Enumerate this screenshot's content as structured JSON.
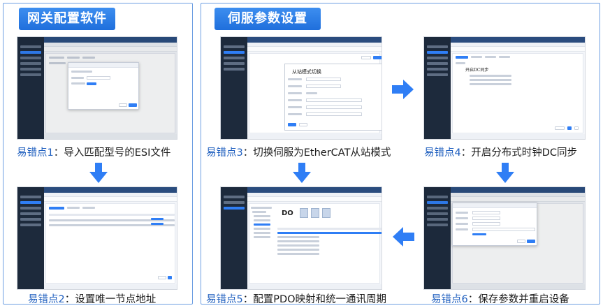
{
  "panels": {
    "left": {
      "title": "网关配置软件"
    },
    "right": {
      "title": "伺服参数设置"
    }
  },
  "steps": [
    {
      "prefix": "易错点1",
      "sep": "：",
      "text": "导入匹配型号的ESI文件"
    },
    {
      "prefix": "易错点2",
      "sep": "：",
      "text": "设置唯一节点地址"
    },
    {
      "prefix": "易错点3",
      "sep": "：",
      "text": "切换伺服为EtherCAT从站模式"
    },
    {
      "prefix": "易错点4",
      "sep": "：",
      "text": "开启分布式时钟DC同步"
    },
    {
      "prefix": "易错点5",
      "sep": "：",
      "text": "配置PDO映射和统一通讯周期"
    },
    {
      "prefix": "易错点6",
      "sep": "：",
      "text": "保存参数并重启设备"
    }
  ],
  "screen3": {
    "handwriting": "从站模式切换"
  },
  "screen4": {
    "handwriting": "开启DC同步"
  },
  "screen5": {
    "big_label": "DO"
  },
  "colors": {
    "accent": "#1f6fdc",
    "caption_number": "#1f5fbf",
    "arrow": "#2f7ef5",
    "sidebar": "#1d2a3c"
  }
}
